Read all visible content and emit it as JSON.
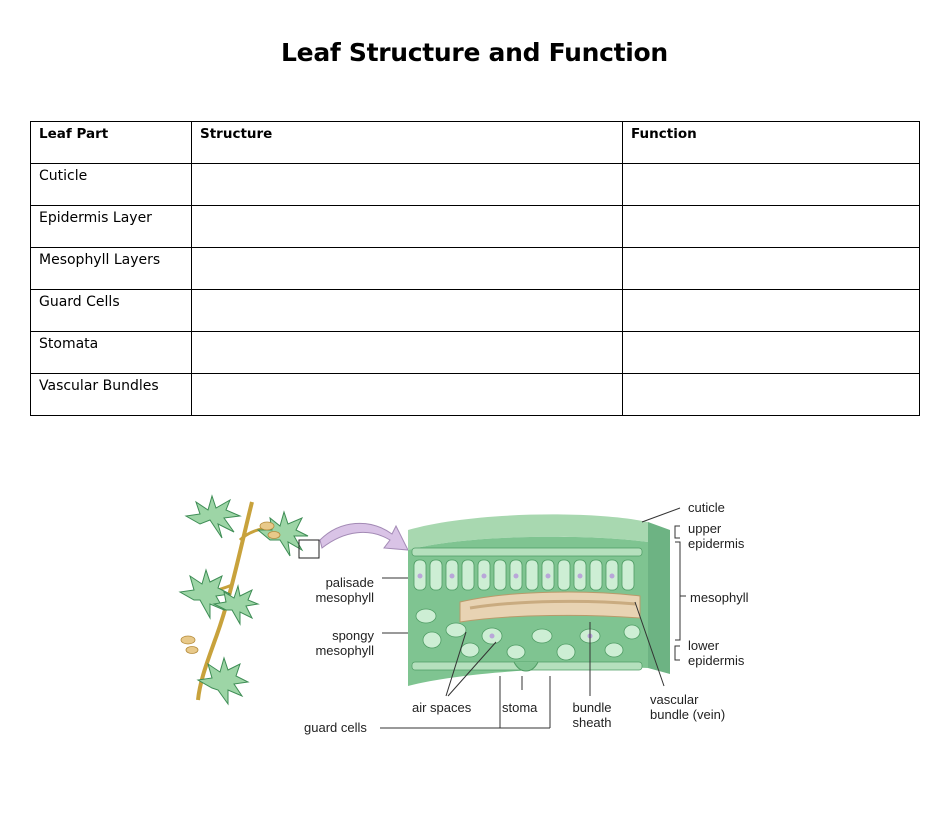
{
  "title": "Leaf Structure and Function",
  "table": {
    "headers": [
      "Leaf Part",
      "Structure",
      "Function"
    ],
    "rows": [
      {
        "part": "Cuticle",
        "structure": "",
        "function": ""
      },
      {
        "part": "Epidermis Layer",
        "structure": "",
        "function": ""
      },
      {
        "part": "Mesophyll Layers",
        "structure": "",
        "function": ""
      },
      {
        "part": "Guard Cells",
        "structure": "",
        "function": ""
      },
      {
        "part": "Stomata",
        "structure": "",
        "function": ""
      },
      {
        "part": "Vascular Bundles",
        "structure": "",
        "function": ""
      }
    ]
  },
  "diagram": {
    "labels": {
      "cuticle": "cuticle",
      "upper_epidermis": "upper\nepidermis",
      "mesophyll": "mesophyll",
      "lower_epidermis": "lower\nepidermis",
      "vascular_bundle": "vascular\nbundle (vein)",
      "palisade_mesophyll": "palisade\nmesophyll",
      "spongy_mesophyll": "spongy\nmesophyll",
      "air_spaces": "air spaces",
      "stoma": "stoma",
      "bundle_sheath": "bundle\nsheath",
      "guard_cells": "guard cells"
    },
    "colors": {
      "leaf_green": "#8fcf9f",
      "cell_green": "#5fb87a",
      "nucleus": "#b9a6d9",
      "vein": "#e8d3b3",
      "stem": "#c8a23c",
      "arrow": "#d9c3e6"
    }
  }
}
